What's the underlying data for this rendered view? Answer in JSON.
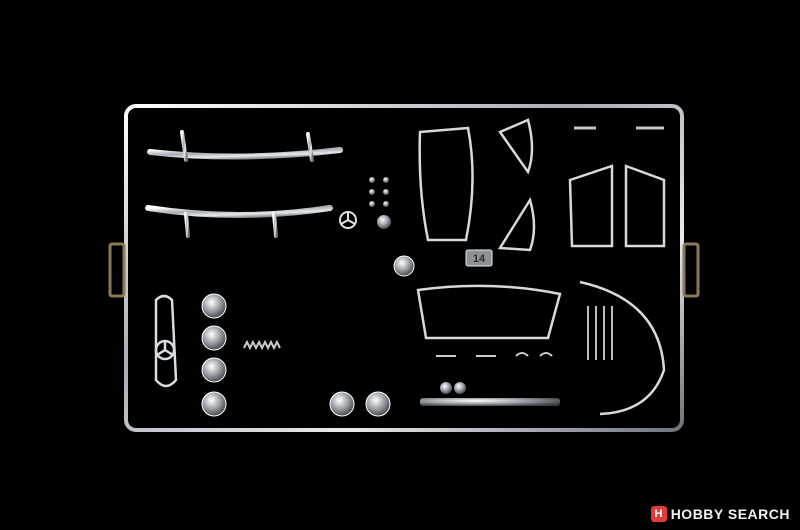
{
  "image": {
    "subject": "chrome-plated model kit sprue",
    "background_color": "#000000",
    "chrome_color": "#c9ccd0",
    "chrome_highlight": "#ffffff"
  },
  "part_tag": {
    "text": "14"
  },
  "watermark": {
    "logo_letter": "H",
    "text": "HOBBY SEARCH"
  }
}
